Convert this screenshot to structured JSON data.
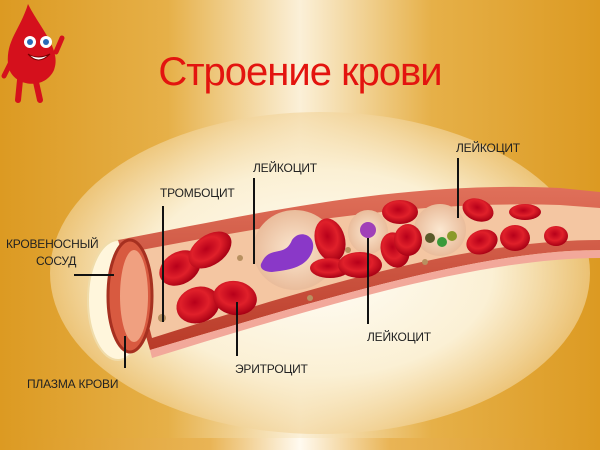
{
  "title": "Строение крови",
  "mascot": {
    "icon": "blood-drop-mascot-icon"
  },
  "labels": {
    "vessel": [
      "КРОВЕНОСНЫЙ",
      "СОСУД"
    ],
    "plasma": "ПЛАЗМА КРОВИ",
    "platelet": "ТРОМБОЦИТ",
    "leukocyte_top": "ЛЕЙКОЦИТ",
    "leukocyte_right": "ЛЕЙКОЦИТ",
    "leukocyte_bottom": "ЛЕЙКОЦИТ",
    "erythrocyte": "ЭРИТРОЦИТ"
  },
  "colors": {
    "title": "#e3140f",
    "background": "#dc9a22",
    "vessel_wall": "#c84a2e",
    "red_cell": "#d0101e",
    "leukocyte_nucleus": "#8a38c8"
  }
}
